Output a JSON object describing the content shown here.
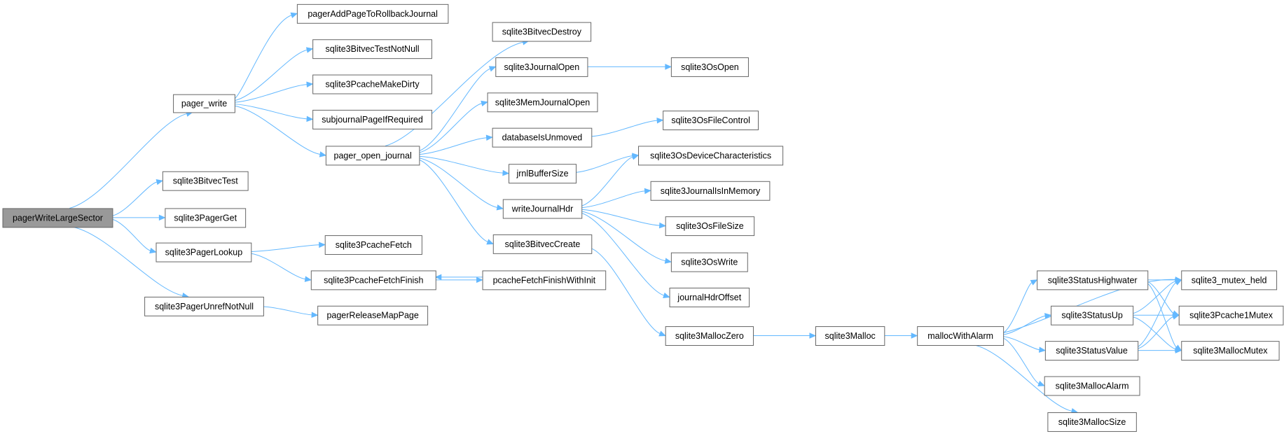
{
  "graph": {
    "root": "pagerWriteLargeSector",
    "colors": {
      "edge": "#63b8ff",
      "node_border": "#666666",
      "root_fill": "#999999",
      "node_fill": "#ffffff"
    },
    "nodes": [
      {
        "id": "pagerWriteLargeSector",
        "label": "pagerWriteLargeSector"
      },
      {
        "id": "pager_write",
        "label": "pager_write"
      },
      {
        "id": "pagerAddPageToRollbackJournal",
        "label": "pagerAddPageToRollbackJournal"
      },
      {
        "id": "sqlite3BitvecTestNotNull",
        "label": "sqlite3BitvecTestNotNull"
      },
      {
        "id": "sqlite3PcacheMakeDirty",
        "label": "sqlite3PcacheMakeDirty"
      },
      {
        "id": "subjournalPageIfRequired",
        "label": "subjournalPageIfRequired"
      },
      {
        "id": "pager_open_journal",
        "label": "pager_open_journal"
      },
      {
        "id": "sqlite3BitvecDestroy",
        "label": "sqlite3BitvecDestroy"
      },
      {
        "id": "sqlite3JournalOpen",
        "label": "sqlite3JournalOpen"
      },
      {
        "id": "sqlite3OsOpen",
        "label": "sqlite3OsOpen"
      },
      {
        "id": "sqlite3MemJournalOpen",
        "label": "sqlite3MemJournalOpen"
      },
      {
        "id": "databaseIsUnmoved",
        "label": "databaseIsUnmoved"
      },
      {
        "id": "sqlite3OsFileControl",
        "label": "sqlite3OsFileControl"
      },
      {
        "id": "jrnlBufferSize",
        "label": "jrnlBufferSize"
      },
      {
        "id": "sqlite3OsDeviceCharacteristics",
        "label": "sqlite3OsDeviceCharacteristics"
      },
      {
        "id": "writeJournalHdr",
        "label": "writeJournalHdr"
      },
      {
        "id": "sqlite3JournalIsInMemory",
        "label": "sqlite3JournalIsInMemory"
      },
      {
        "id": "sqlite3OsFileSize",
        "label": "sqlite3OsFileSize"
      },
      {
        "id": "sqlite3OsWrite",
        "label": "sqlite3OsWrite"
      },
      {
        "id": "journalHdrOffset",
        "label": "journalHdrOffset"
      },
      {
        "id": "sqlite3BitvecCreate",
        "label": "sqlite3BitvecCreate"
      },
      {
        "id": "sqlite3MallocZero",
        "label": "sqlite3MallocZero"
      },
      {
        "id": "sqlite3Malloc",
        "label": "sqlite3Malloc"
      },
      {
        "id": "mallocWithAlarm",
        "label": "mallocWithAlarm"
      },
      {
        "id": "sqlite3StatusHighwater",
        "label": "sqlite3StatusHighwater"
      },
      {
        "id": "sqlite3StatusUp",
        "label": "sqlite3StatusUp"
      },
      {
        "id": "sqlite3StatusValue",
        "label": "sqlite3StatusValue"
      },
      {
        "id": "sqlite3MallocAlarm",
        "label": "sqlite3MallocAlarm"
      },
      {
        "id": "sqlite3MallocSize",
        "label": "sqlite3MallocSize"
      },
      {
        "id": "sqlite3_mutex_held",
        "label": "sqlite3_mutex_held"
      },
      {
        "id": "sqlite3Pcache1Mutex",
        "label": "sqlite3Pcache1Mutex"
      },
      {
        "id": "sqlite3MallocMutex",
        "label": "sqlite3MallocMutex"
      },
      {
        "id": "sqlite3BitvecTest",
        "label": "sqlite3BitvecTest"
      },
      {
        "id": "sqlite3PagerGet",
        "label": "sqlite3PagerGet"
      },
      {
        "id": "sqlite3PagerLookup",
        "label": "sqlite3PagerLookup"
      },
      {
        "id": "sqlite3PcacheFetch",
        "label": "sqlite3PcacheFetch"
      },
      {
        "id": "sqlite3PcacheFetchFinish",
        "label": "sqlite3PcacheFetchFinish"
      },
      {
        "id": "pcacheFetchFinishWithInit",
        "label": "pcacheFetchFinishWithInit"
      },
      {
        "id": "sqlite3PagerUnrefNotNull",
        "label": "sqlite3PagerUnrefNotNull"
      },
      {
        "id": "pagerReleaseMapPage",
        "label": "pagerReleaseMapPage"
      }
    ],
    "edges": [
      [
        "pagerWriteLargeSector",
        "pager_write"
      ],
      [
        "pagerWriteLargeSector",
        "sqlite3BitvecTest"
      ],
      [
        "pagerWriteLargeSector",
        "sqlite3PagerGet"
      ],
      [
        "pagerWriteLargeSector",
        "sqlite3PagerLookup"
      ],
      [
        "pagerWriteLargeSector",
        "sqlite3PagerUnrefNotNull"
      ],
      [
        "pager_write",
        "pagerAddPageToRollbackJournal"
      ],
      [
        "pager_write",
        "sqlite3BitvecTestNotNull"
      ],
      [
        "pager_write",
        "sqlite3PcacheMakeDirty"
      ],
      [
        "pager_write",
        "subjournalPageIfRequired"
      ],
      [
        "pager_write",
        "pager_open_journal"
      ],
      [
        "pager_open_journal",
        "sqlite3BitvecDestroy"
      ],
      [
        "pager_open_journal",
        "sqlite3JournalOpen"
      ],
      [
        "pager_open_journal",
        "sqlite3MemJournalOpen"
      ],
      [
        "pager_open_journal",
        "databaseIsUnmoved"
      ],
      [
        "pager_open_journal",
        "jrnlBufferSize"
      ],
      [
        "pager_open_journal",
        "writeJournalHdr"
      ],
      [
        "pager_open_journal",
        "sqlite3BitvecCreate"
      ],
      [
        "sqlite3JournalOpen",
        "sqlite3OsOpen"
      ],
      [
        "databaseIsUnmoved",
        "sqlite3OsFileControl"
      ],
      [
        "jrnlBufferSize",
        "sqlite3OsDeviceCharacteristics"
      ],
      [
        "writeJournalHdr",
        "sqlite3OsDeviceCharacteristics"
      ],
      [
        "writeJournalHdr",
        "sqlite3JournalIsInMemory"
      ],
      [
        "writeJournalHdr",
        "sqlite3OsFileSize"
      ],
      [
        "writeJournalHdr",
        "sqlite3OsWrite"
      ],
      [
        "writeJournalHdr",
        "journalHdrOffset"
      ],
      [
        "sqlite3BitvecCreate",
        "sqlite3MallocZero"
      ],
      [
        "sqlite3MallocZero",
        "sqlite3Malloc"
      ],
      [
        "sqlite3Malloc",
        "mallocWithAlarm"
      ],
      [
        "mallocWithAlarm",
        "sqlite3_mutex_held"
      ],
      [
        "mallocWithAlarm",
        "sqlite3StatusHighwater"
      ],
      [
        "mallocWithAlarm",
        "sqlite3StatusUp"
      ],
      [
        "mallocWithAlarm",
        "sqlite3StatusValue"
      ],
      [
        "mallocWithAlarm",
        "sqlite3MallocAlarm"
      ],
      [
        "mallocWithAlarm",
        "sqlite3MallocSize"
      ],
      [
        "sqlite3StatusHighwater",
        "sqlite3_mutex_held"
      ],
      [
        "sqlite3StatusHighwater",
        "sqlite3Pcache1Mutex"
      ],
      [
        "sqlite3StatusHighwater",
        "sqlite3MallocMutex"
      ],
      [
        "sqlite3StatusUp",
        "sqlite3_mutex_held"
      ],
      [
        "sqlite3StatusUp",
        "sqlite3Pcache1Mutex"
      ],
      [
        "sqlite3StatusUp",
        "sqlite3MallocMutex"
      ],
      [
        "sqlite3StatusValue",
        "sqlite3_mutex_held"
      ],
      [
        "sqlite3StatusValue",
        "sqlite3Pcache1Mutex"
      ],
      [
        "sqlite3StatusValue",
        "sqlite3MallocMutex"
      ],
      [
        "sqlite3PagerLookup",
        "sqlite3PcacheFetch"
      ],
      [
        "sqlite3PagerLookup",
        "sqlite3PcacheFetchFinish"
      ],
      [
        "sqlite3PcacheFetchFinish",
        "pcacheFetchFinishWithInit"
      ],
      [
        "pcacheFetchFinishWithInit",
        "sqlite3PcacheFetchFinish"
      ],
      [
        "sqlite3PagerUnrefNotNull",
        "pagerReleaseMapPage"
      ]
    ]
  }
}
